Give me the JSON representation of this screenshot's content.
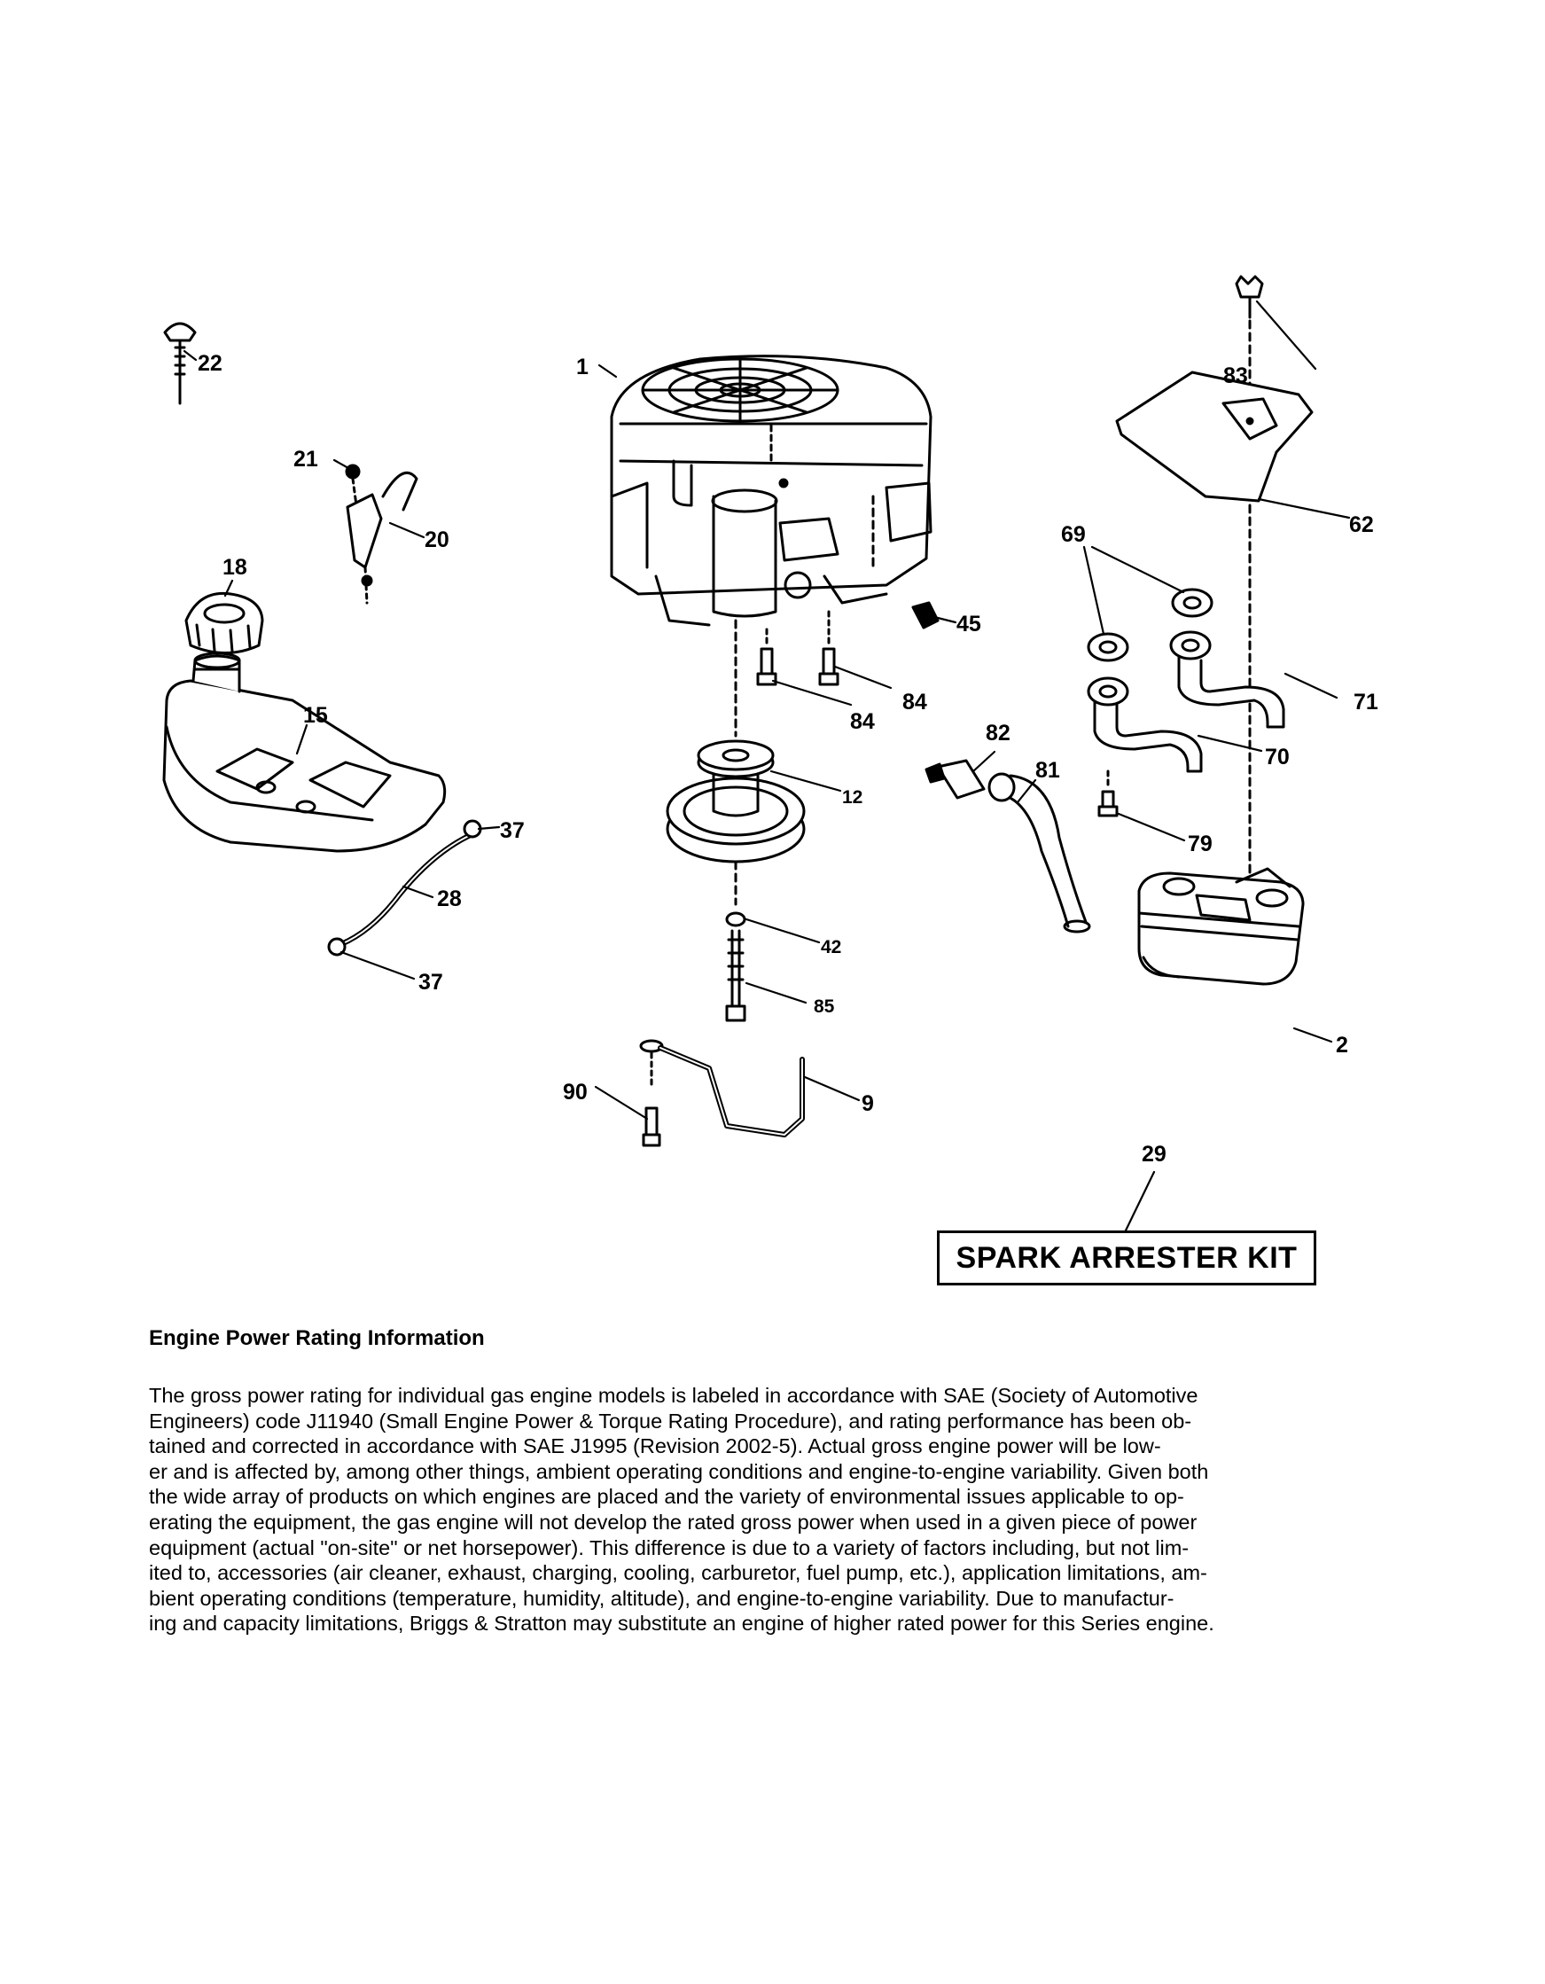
{
  "callouts": {
    "c1": "1",
    "c2": "2",
    "c9": "9",
    "c12": "12",
    "c15": "15",
    "c18": "18",
    "c20": "20",
    "c21": "21",
    "c22": "22",
    "c28": "28",
    "c29": "29",
    "c37a": "37",
    "c37b": "37",
    "c42": "42",
    "c45": "45",
    "c62": "62",
    "c69": "69",
    "c70": "70",
    "c71": "71",
    "c79": "79",
    "c81": "81",
    "c82": "82",
    "c83": "83",
    "c84a": "84",
    "c84b": "84",
    "c85": "85",
    "c90": "90"
  },
  "kit_label": "SPARK ARRESTER KIT",
  "section": {
    "heading": "Engine Power Rating Information",
    "lines": [
      "The gross power rating for individual gas engine models is labeled in accordance with SAE (Society of Automotive",
      "Engineers) code J11940 (Small Engine Power & Torque Rating Procedure), and rating performance has been ob-",
      "tained and corrected in accordance with SAE J1995 (Revision 2002-5). Actual gross engine power will be low-",
      "er and is affected by, among other things, ambient operating conditions and engine-to-engine variability. Given both",
      "the wide array of products on which engines are placed and the variety of environmental issues applicable to op-",
      "erating the equipment, the gas engine will not develop the rated gross power when used in a given piece of power",
      "equipment (actual \"on-site\" or net horsepower). This difference is due to a variety of factors including, but not lim-",
      "ited to, accessories (air cleaner, exhaust, charging, cooling, carburetor, fuel pump, etc.), application limitations, am-",
      "bient operating conditions (temperature, humidity, altitude), and engine-to-engine variability. Due to manufactur-",
      "ing and capacity limitations, Briggs & Stratton may substitute an engine of higher rated power for this Series engine."
    ]
  }
}
